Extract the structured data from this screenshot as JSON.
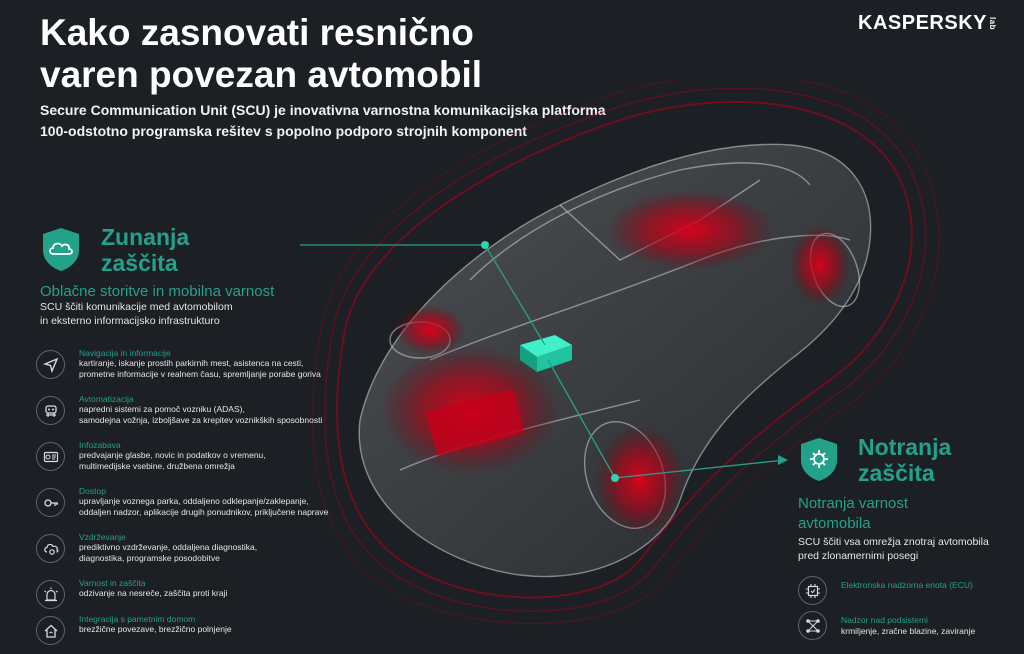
{
  "header": {
    "title_line1": "Kako zasnovati resnično",
    "title_line2": "varen povezan avtomobil",
    "logo_text": "KASPERSKY",
    "logo_lab": "lab",
    "subtitle_line1": "Secure Communication Unit (SCU) je inovativna varnostna komunikacijska platforma",
    "subtitle_line2": "100-odstotno programska rešitev s popolno podporo strojnih komponent"
  },
  "external": {
    "title_line1": "Zunanja",
    "title_line2": "zaščita",
    "subtitle": "Oblačne storitve in mobilna varnost",
    "desc_line1": "SCU ščiti komunikacije med avtomobilom",
    "desc_line2": "in eksterno informacijsko infrastrukturo",
    "items": [
      {
        "title": "Navigacija in informacije",
        "line1": "kartiranje, iskanje prostih parkirnih mest, asistenca na cesti,",
        "line2": "prometne informacije v realnem času, spremljanje porabe goriva",
        "icon": "navigation-arrow-icon"
      },
      {
        "title": "Avtomatizacija",
        "line1": "napredni sistemi za pomoč vozniku (ADAS),",
        "line2": "samodejna vožnja, izboljšave za krepitev voznikških sposobnosti",
        "icon": "robot-icon"
      },
      {
        "title": "Infozabava",
        "line1": "predvajanje glasbe, novic in podatkov o vremenu,",
        "line2": "multimedijske vsebine, družbena omrežja",
        "icon": "media-player-icon"
      },
      {
        "title": "Dostop",
        "line1": "upravljanje voznega parka, oddaljeno odklepanje/zaklepanje,",
        "line2": "oddaljen nadzor, aplikacije drugih ponudnikov, priključene naprave",
        "icon": "key-icon"
      },
      {
        "title": "Vzdrževanje",
        "line1": "prediktivno vzdrževanje, oddaljena diagnostika,",
        "line2": "diagnostika, programske posodobitve",
        "icon": "cloud-gear-icon"
      },
      {
        "title": "Varnost in zaščita",
        "line1": "odzivanje na nesreče, zaščita proti kraji",
        "line2": "",
        "icon": "alarm-light-icon"
      },
      {
        "title": "Integracija s pametnim domom",
        "line1": "brezžične povezave, brezžično polnjenje",
        "line2": "",
        "icon": "smart-home-icon"
      }
    ]
  },
  "internal": {
    "title_line1": "Notranja",
    "title_line2": "zaščita",
    "subtitle_line1": "Notranja varnost",
    "subtitle_line2": "avtomobila",
    "desc_line1": "SCU ščiti vsa omrežja znotraj avtomobila",
    "desc_line2": "pred zlonamernimi posegi",
    "items": [
      {
        "title": "Elektronska nadzorna enota (ECU)",
        "desc": "",
        "icon": "chip-icon"
      },
      {
        "title": "Nadzor nad podsistemi",
        "desc": "krmiljenje, zračne blazine, zaviranje",
        "icon": "subsystem-network-icon"
      }
    ]
  },
  "colors": {
    "background": "#1c1f23",
    "accent": "#24a18b",
    "danger_red": "#e0001b"
  }
}
